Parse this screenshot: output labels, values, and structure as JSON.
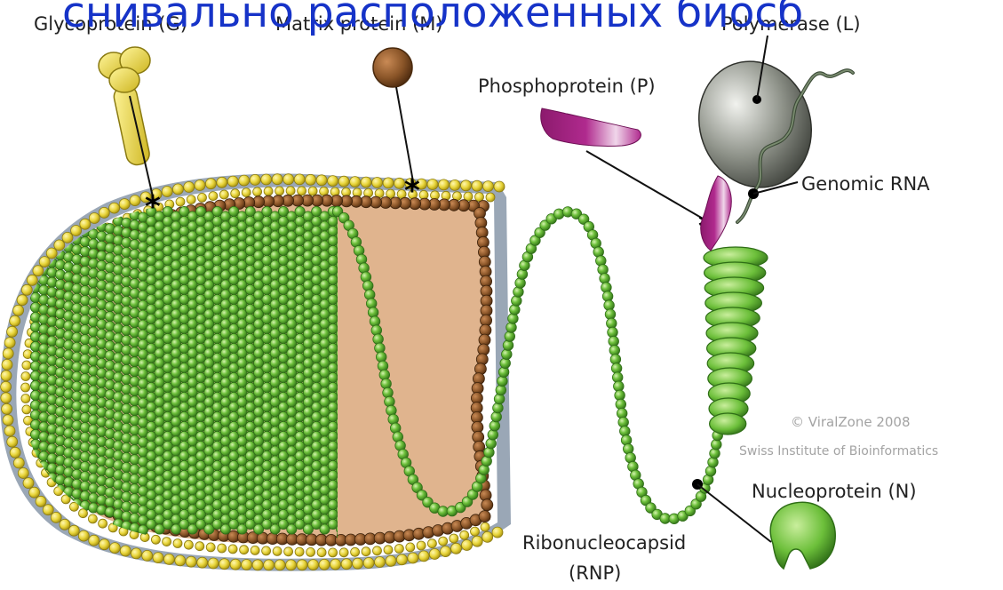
{
  "overlay_text": "снивально расположенных биосб",
  "labels": {
    "glycoprotein": "Glycoprotein (G)",
    "matrix": "Matrix protein (M)",
    "polymerase": "Polymerase (L)",
    "phosphoprotein": "Phosphoprotein (P)",
    "genomic_rna": "Genomic RNA",
    "nucleoprotein": "Nucleoprotein (N)",
    "rnp_line1": "Ribonucleocapsid",
    "rnp_line2": "(RNP)"
  },
  "watermark": {
    "line1": "© ViralZone 2008",
    "line2": "Swiss Institute of Bioinformatics"
  },
  "colors": {
    "overlay_text": "#1633c8",
    "lipid_yellow": "#e8d53a",
    "matrix_brown": "#8a5528",
    "interior": "#e0b48e",
    "nucleoprotein_green": "#6cbf3a",
    "phosphoprotein_magenta": "#b02a8e",
    "polymerase_gray": "#8f938a"
  }
}
